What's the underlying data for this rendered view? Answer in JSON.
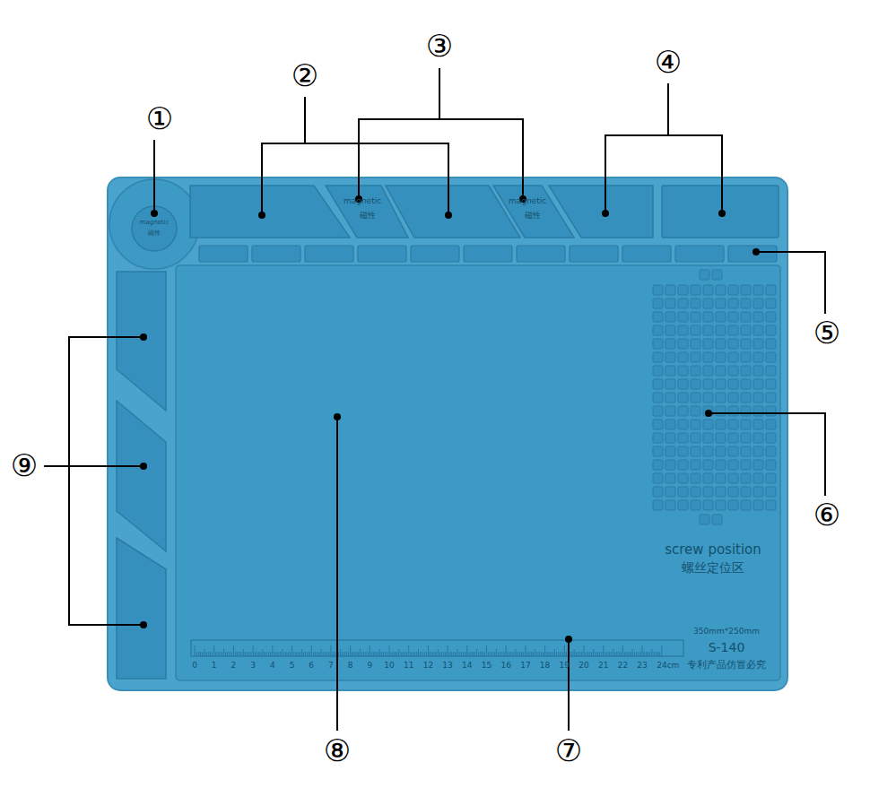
{
  "diagram": {
    "labels": [
      "①",
      "②",
      "③",
      "④",
      "⑤",
      "⑥",
      "⑦",
      "⑧",
      "⑨",
      "magnetic",
      "磁性",
      "magnetic",
      "磁性",
      "magnetic",
      "磁性",
      "screw position",
      "螺丝定位区",
      "350mm*250mm",
      "S-140",
      "专利产品仿冒必究",
      "0",
      "1",
      "2",
      "3",
      "4",
      "5",
      "6",
      "7",
      "8",
      "9",
      "10",
      "11",
      "12",
      "13",
      "14",
      "15",
      "16",
      "17",
      "18",
      "19",
      "20",
      "21",
      "22",
      "23",
      "24cm"
    ]
  }
}
